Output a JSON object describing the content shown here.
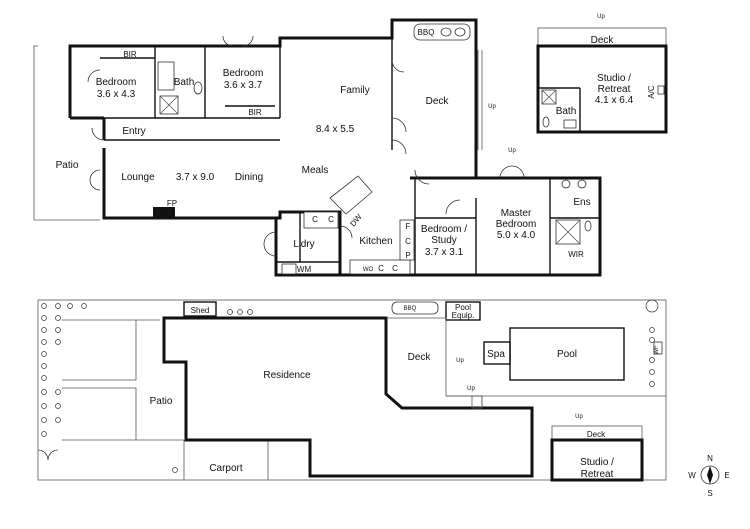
{
  "floor_plan": {
    "rooms": {
      "bedroom1": {
        "name": "Bedroom",
        "size": "3.6 x 4.3"
      },
      "bedroom2": {
        "name": "Bedroom",
        "size": "3.6 x 3.7"
      },
      "bath": "Bath",
      "bir1": "BIR",
      "bir2": "BIR",
      "entry": "Entry",
      "patio": "Patio",
      "lounge": "Lounge",
      "lounge_dining_size": "3.7 x 9.0",
      "dining": "Dining",
      "fp": "FP",
      "family": "Family",
      "family_meals_size": "8.4 x 5.5",
      "meals": "Meals",
      "deck": "Deck",
      "bbq": "BBQ",
      "deck_up": "Up",
      "laundry": "L'dry",
      "wm": "WM",
      "kitchen": "Kitchen",
      "dw": "DW",
      "c1": "C",
      "c2": "C",
      "c3": "C",
      "c4": "C",
      "c5": "C",
      "f": "F",
      "p": "P",
      "wo": "WO",
      "bed_study": {
        "name": "Bedroom /",
        "name2": "Study",
        "size": "3.7 x 3.1"
      },
      "master": {
        "name": "Master",
        "name2": "Bedroom",
        "size": "5.0 x 4.0"
      },
      "master_up": "Up",
      "ens": "Ens",
      "wir": "WIR"
    },
    "studio": {
      "up": "Up",
      "deck": "Deck",
      "name": "Studio /",
      "name2": "Retreat",
      "size": "4.1 x 6.4",
      "bath": "Bath",
      "ac": "A/C"
    }
  },
  "site_plan": {
    "shed": "Shed",
    "bbq": "BBQ",
    "pool_equip": "Pool",
    "pool_equip2": "Equip.",
    "residence": "Residence",
    "deck": "Deck",
    "deck_up": "Up",
    "spa": "Spa",
    "pool": "Pool",
    "wf": "WF",
    "patio": "Patio",
    "up2": "Up",
    "carport": "Carport",
    "studio_up": "Up",
    "studio_deck": "Deck",
    "studio_name": "Studio /",
    "studio_name2": "Retreat"
  },
  "compass": {
    "n": "N",
    "s": "S",
    "e": "E",
    "w": "W"
  }
}
